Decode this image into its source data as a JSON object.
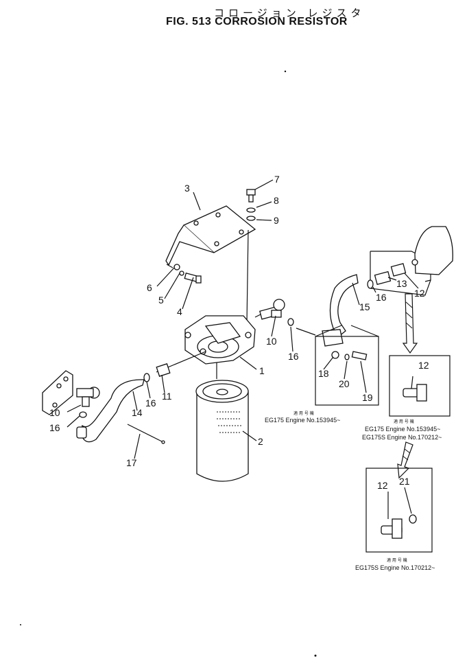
{
  "title": {
    "jp": "コロージョン レジスタ",
    "en": "FIG. 513  CORROSION  RESISTOR"
  },
  "callouts": {
    "c1": "1",
    "c2": "2",
    "c3": "3",
    "c4": "4",
    "c5": "5",
    "c6": "6",
    "c7": "7",
    "c8": "8",
    "c9": "9",
    "c10a": "10",
    "c10b": "10",
    "c11": "11",
    "c12a": "12",
    "c12b": "12",
    "c12c": "12",
    "c13": "13",
    "c14": "14",
    "c15": "15",
    "c16a": "16",
    "c16b": "16",
    "c16c": "16",
    "c16d": "16",
    "c17": "17",
    "c18": "18",
    "c19": "19",
    "c20": "20",
    "c21": "21"
  },
  "notes": {
    "box1_jp": "適 用 号 機",
    "box1_line": "EG175 Engine No.153945~",
    "box2_jp": "適 用 号 機",
    "box2_line1": "EG175    Engine No.153945~",
    "box2_line2": "EG175S  Engine No.170212~",
    "box3_jp": "適 用 号 機",
    "box3_line": "EG175S  Engine No.170212~"
  }
}
